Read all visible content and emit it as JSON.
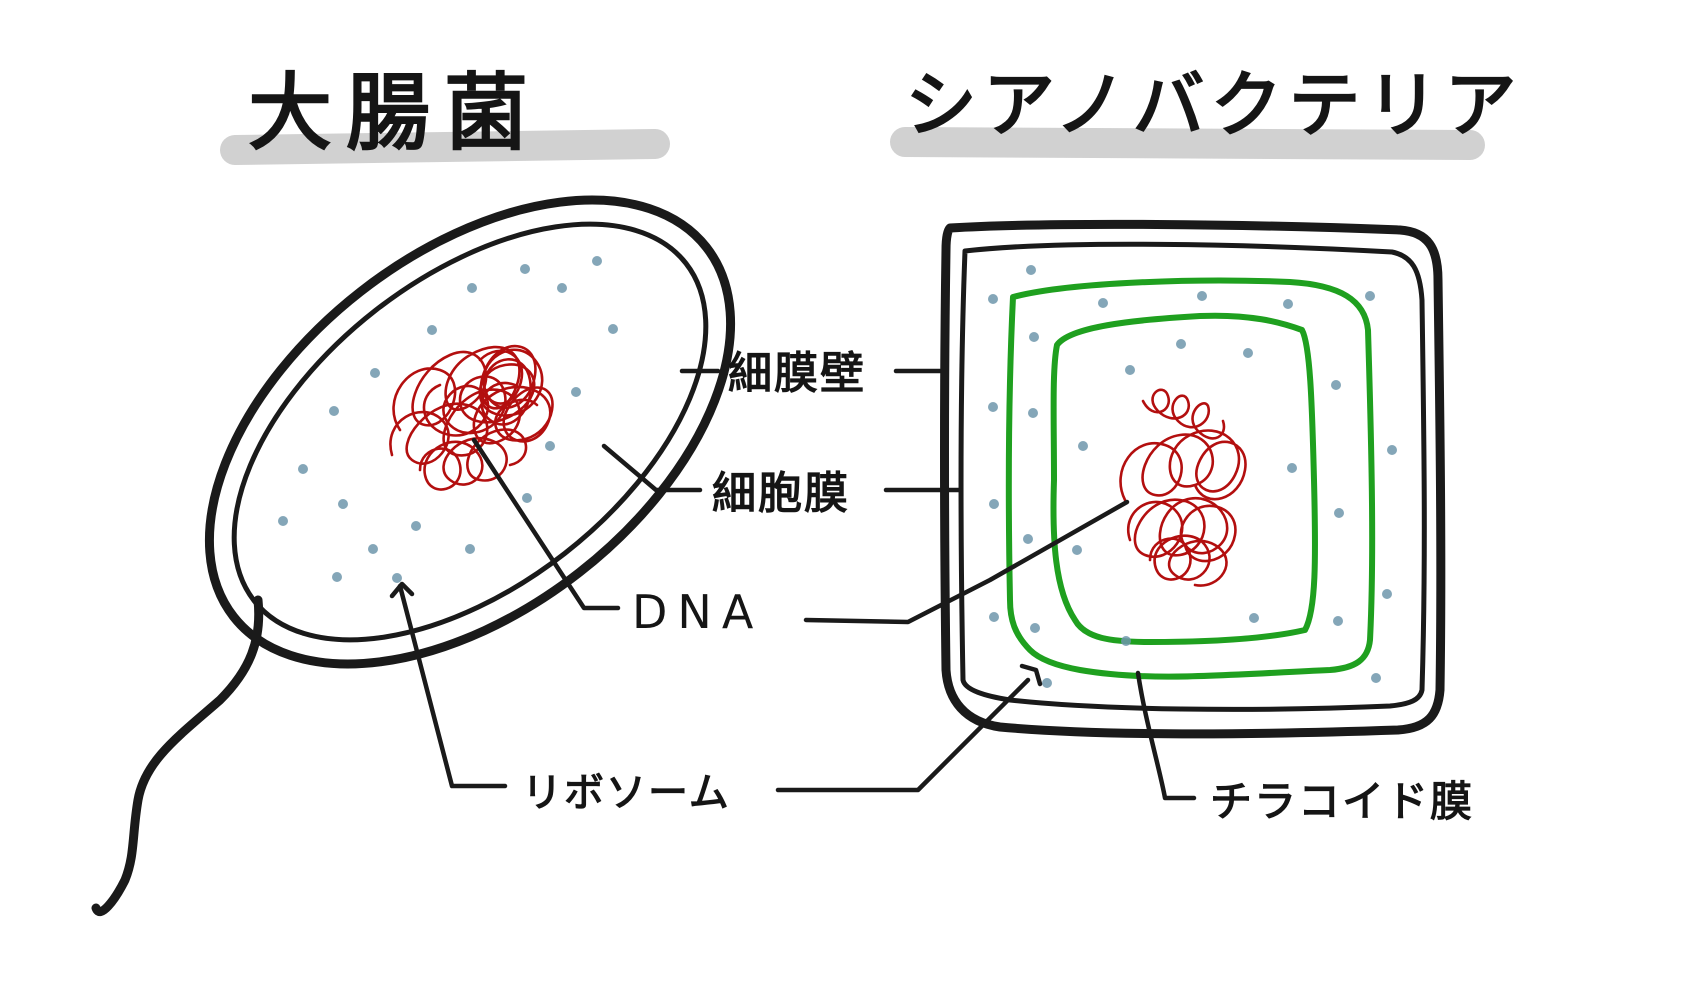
{
  "titles": {
    "left": "大腸菌",
    "right": "シアノバクテリア"
  },
  "labels": {
    "cell_wall": "細膜壁",
    "cell_membrane": "細胞膜",
    "dna": "DNA",
    "ribosome": "リボソーム",
    "thylakoid_membrane": "チラコイド膜"
  },
  "colors": {
    "outline": "#1a1a1a",
    "dna": "#b30f0f",
    "ribosome": "#6f97ab",
    "thylakoid": "#1fa01f",
    "title_highlight": "#c9c9c9",
    "background": "#ffffff"
  },
  "cells": [
    {
      "name": "E. coli",
      "shape": "ellipse",
      "parts": [
        "cell_wall",
        "cell_membrane",
        "dna",
        "ribosome",
        "flagellum"
      ]
    },
    {
      "name": "Cyanobacteria",
      "shape": "rounded-square",
      "parts": [
        "cell_wall",
        "cell_membrane",
        "dna",
        "ribosome",
        "thylakoid_membrane"
      ]
    }
  ]
}
